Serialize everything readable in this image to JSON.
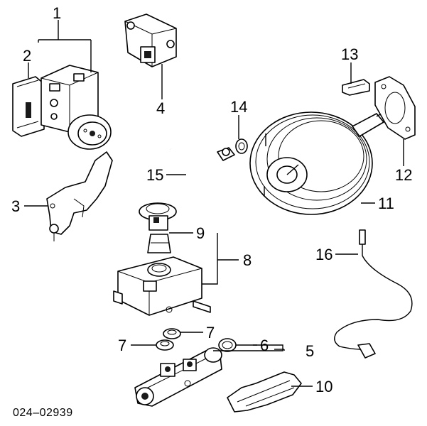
{
  "diagram_id": "024–02939",
  "callouts": {
    "c1": "1",
    "c2": "2",
    "c3": "3",
    "c4": "4",
    "c5": "5",
    "c6": "6",
    "c7a": "7",
    "c7b": "7",
    "c8": "8",
    "c9": "9",
    "c10": "10",
    "c11": "11",
    "c12": "12",
    "c13": "13",
    "c14": "14",
    "c15": "15",
    "c16": "16"
  }
}
